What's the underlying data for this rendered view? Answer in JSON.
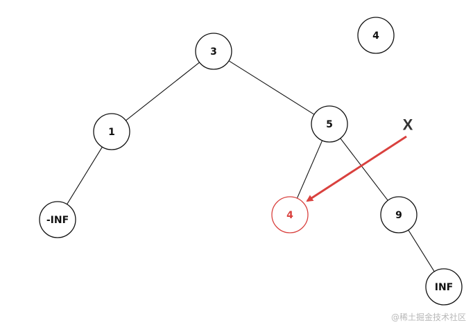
{
  "colors": {
    "default": "#111111",
    "highlight": "#d9413e",
    "mark": "#333333",
    "watermark": "#b8b8b8"
  },
  "nodes": [
    {
      "id": "root",
      "label": "3"
    },
    {
      "id": "left",
      "label": "1"
    },
    {
      "id": "right",
      "label": "5"
    },
    {
      "id": "left-left",
      "label": "-INF"
    },
    {
      "id": "right-left",
      "label": "4",
      "highlight": true
    },
    {
      "id": "right-right",
      "label": "9"
    },
    {
      "id": "right-right-right",
      "label": "INF"
    },
    {
      "id": "floating",
      "label": "4"
    }
  ],
  "edges": [
    {
      "from": "root",
      "to": "left"
    },
    {
      "from": "root",
      "to": "right"
    },
    {
      "from": "left",
      "to": "left-left"
    },
    {
      "from": "right",
      "to": "right-left"
    },
    {
      "from": "right",
      "to": "right-right"
    },
    {
      "from": "right-right",
      "to": "right-right-right"
    }
  ],
  "annotation": {
    "label": "X",
    "arrow_target": "right-left"
  },
  "watermark": "@稀土掘金技术社区"
}
